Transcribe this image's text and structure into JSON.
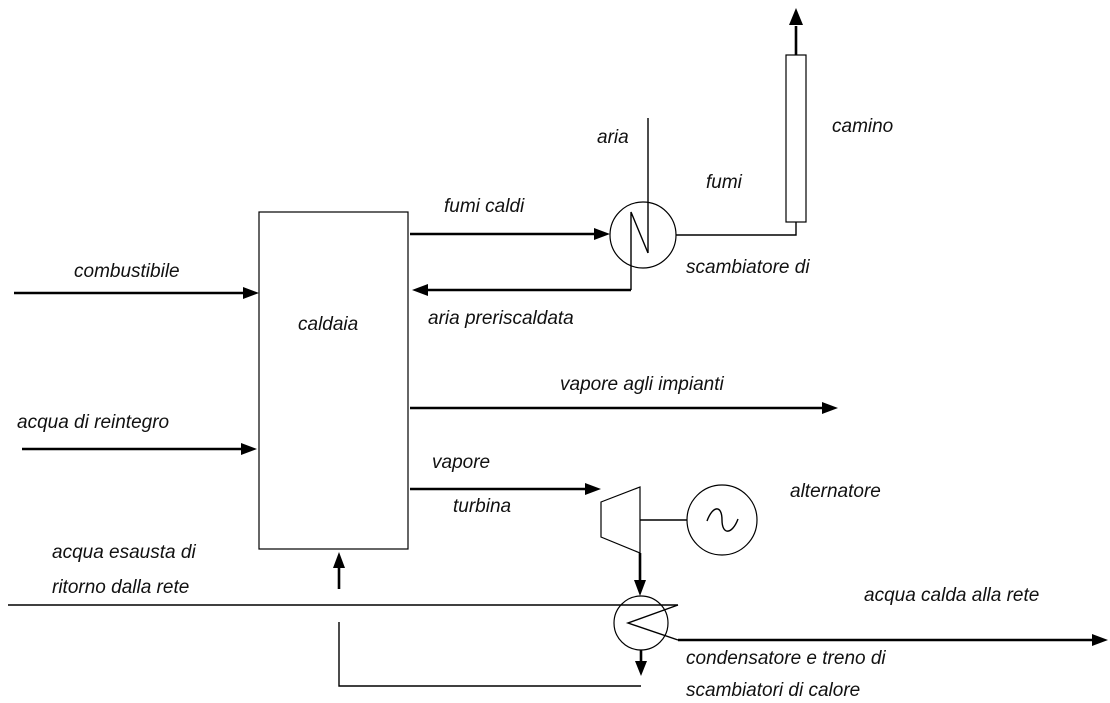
{
  "labels": {
    "combustibile": "combustibile",
    "acqua_reintegro": "acqua di reintegro",
    "acqua_esausta_1": "acqua esausta di",
    "acqua_esausta_2": "ritorno dalla rete",
    "caldaia": "caldaia",
    "fumi_caldi": "fumi caldi",
    "aria_preriscaldata": "aria preriscaldata",
    "aria": "aria",
    "fumi": "fumi",
    "camino": "camino",
    "scambiatore": "scambiatore di",
    "vapore_impianti": "vapore agli impianti",
    "vapore": "vapore",
    "turbina": "turbina",
    "alternatore": "alternatore",
    "acqua_calda": "acqua calda alla rete",
    "condensatore_1": "condensatore e treno di",
    "condensatore_2": "scambiatori di calore"
  }
}
